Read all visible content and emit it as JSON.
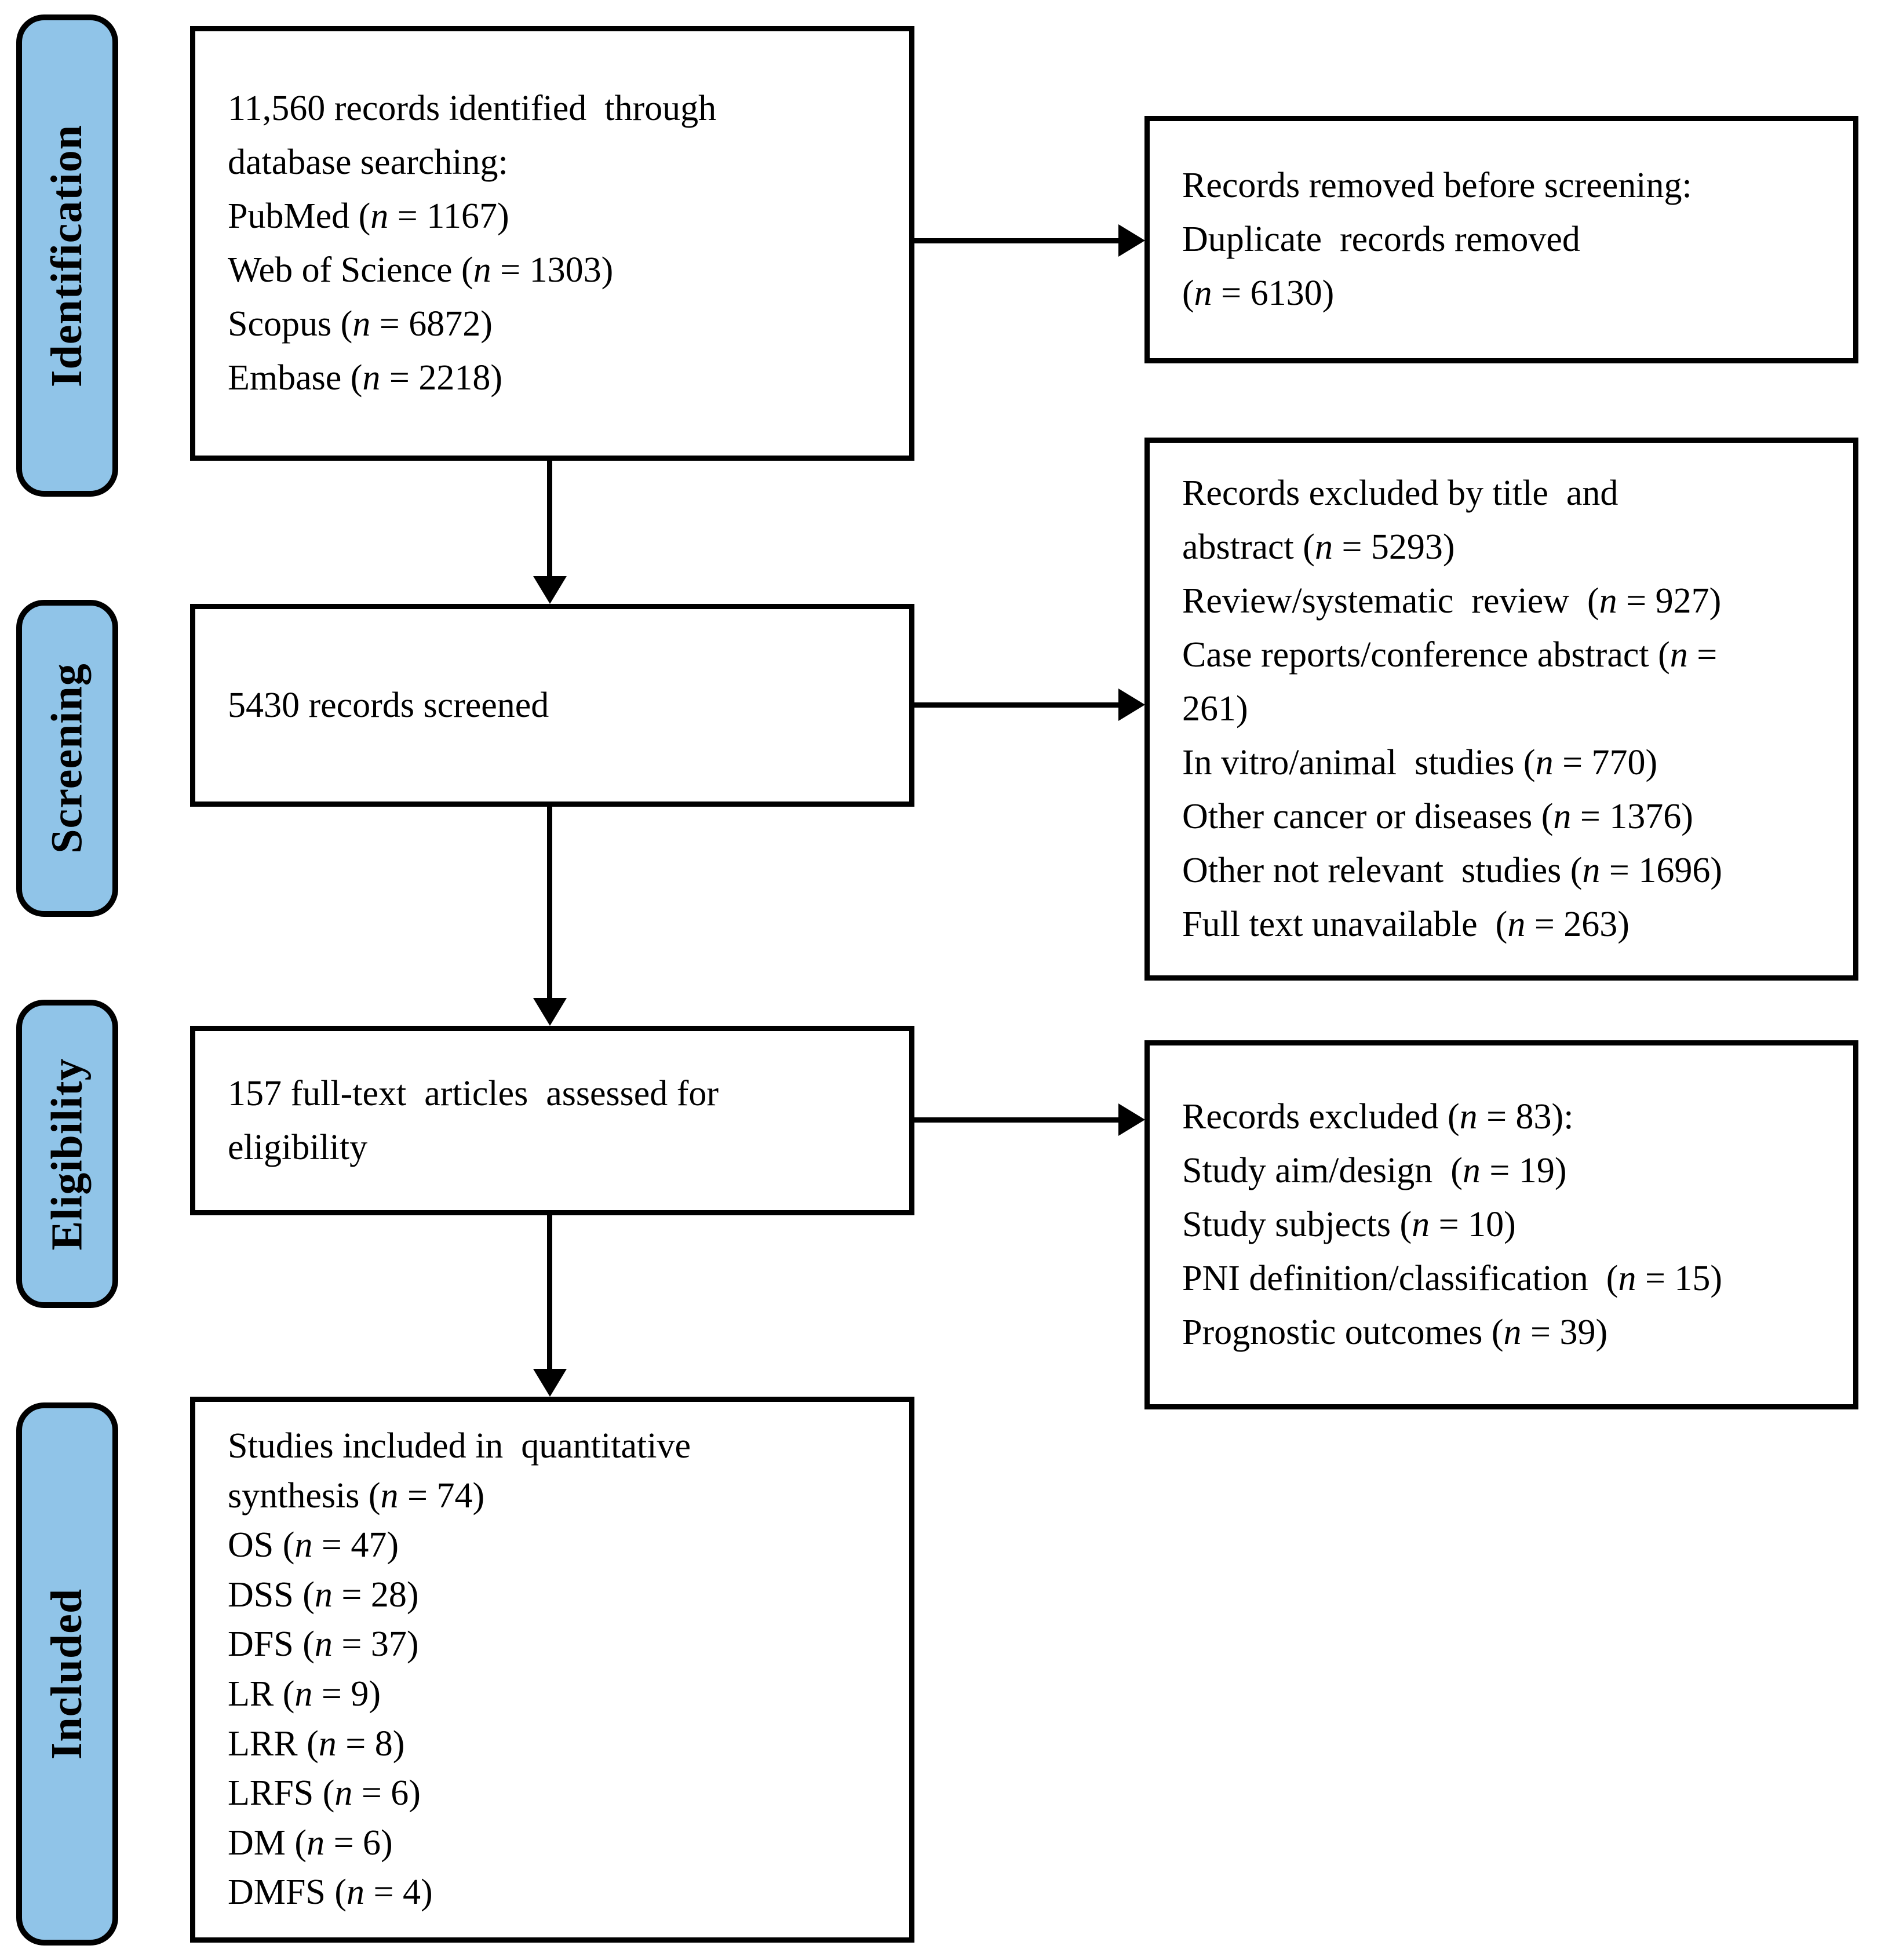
{
  "figure": {
    "type": "prisma-flow-diagram",
    "colors": {
      "stage_fill": "#90c4e8",
      "ink": "#000000",
      "background": "#ffffff"
    },
    "stages": [
      {
        "label": "Identification"
      },
      {
        "label": "Screening"
      },
      {
        "label": "Eligibility"
      },
      {
        "label": "Included"
      }
    ],
    "main_boxes": [
      {
        "id": "identification-records",
        "lines": [
          "11,560 records identified  through",
          "database searching:",
          "PubMed (n = 1167)",
          "Web of Science (n = 1303)",
          "Scopus (n = 6872)",
          "Embase (n = 2218)"
        ]
      },
      {
        "id": "records-screened",
        "lines": [
          "5430 records screened"
        ]
      },
      {
        "id": "fulltext-assessed",
        "lines": [
          "157 full-text  articles  assessed for",
          "eligibility"
        ]
      },
      {
        "id": "studies-included",
        "lines": [
          "Studies included in  quantitative",
          "synthesis (n = 74)",
          "OS (n = 47)",
          "DSS (n = 28)",
          "DFS (n = 37)",
          "LR (n = 9)",
          "LRR (n = 8)",
          "LRFS (n = 6)",
          "DM (n = 6)",
          "DMFS (n = 4)"
        ]
      }
    ],
    "side_boxes": [
      {
        "id": "removed-before-screening",
        "lines": [
          "Records removed before screening:",
          "Duplicate  records removed",
          "(n = 6130)"
        ]
      },
      {
        "id": "excluded-at-screening",
        "lines": [
          "Records excluded by title  and",
          "abstract (n = 5293)",
          "Review/systematic  review  (n = 927)",
          "Case reports/conference abstract (n =",
          "261)",
          "In vitro/animal  studies (n = 770)",
          "Other cancer or diseases (n = 1376)",
          "Other not relevant  studies (n = 1696)",
          "Full text unavailable  (n = 263)"
        ]
      },
      {
        "id": "excluded-at-eligibility",
        "lines": [
          "Records excluded (n = 83):",
          "Study aim/design  (n = 19)",
          "Study subjects (n = 10)",
          "PNI definition/classification  (n = 15)",
          "Prognostic outcomes (n = 39)"
        ]
      }
    ]
  }
}
